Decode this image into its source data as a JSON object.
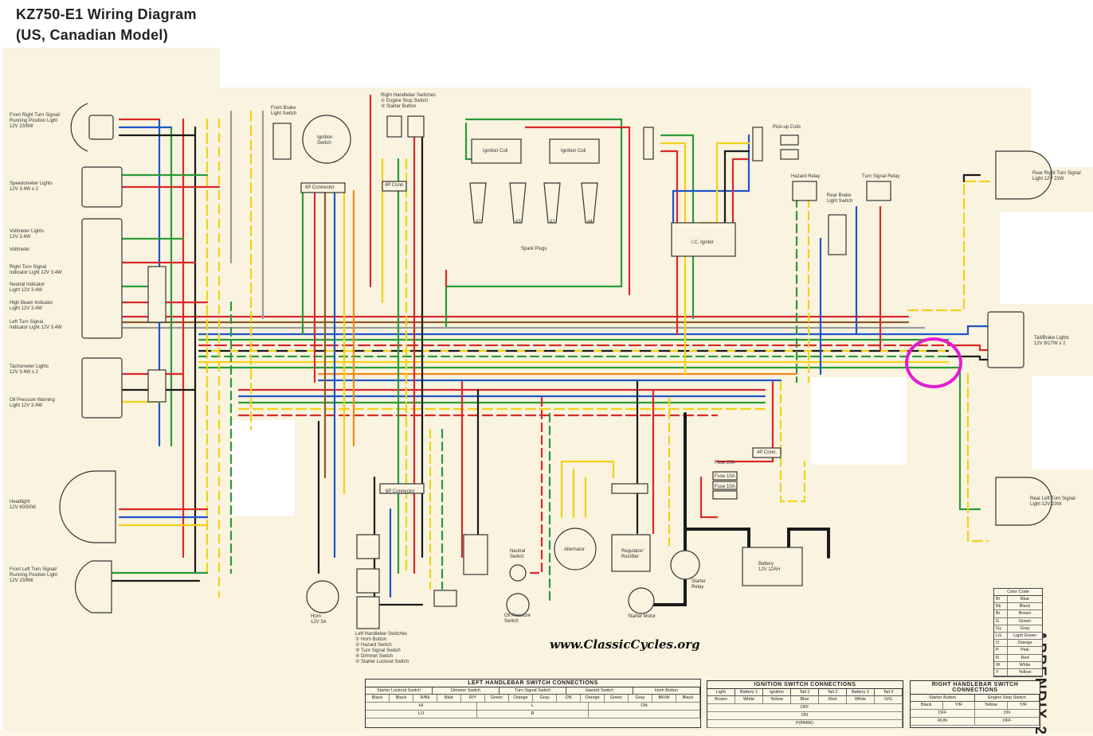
{
  "title": {
    "line1": "KZ750-E1 Wiring Diagram",
    "line2": "(US, Canadian Model)"
  },
  "components_left": {
    "front_right_turn": [
      "Front Right Turn Signal/",
      "Running Position Light",
      "12V 23/8W"
    ],
    "speedometer": [
      "Speedometer Lights",
      "12V 3.4W x 2"
    ],
    "voltmeter_lights": [
      "Voltmeter Lights",
      "12V 3.4W"
    ],
    "voltmeter": [
      "Voltmeter"
    ],
    "right_turn_ind": [
      "Right Turn Signal",
      "Indicator Light 12V 3.4W"
    ],
    "neutral_ind": [
      "Neutral Indicator",
      "Light 12V 3.4W"
    ],
    "high_beam_ind": [
      "High Beam Indicator",
      "Light 12V 3.4W"
    ],
    "left_turn_ind": [
      "Left Turn Signal",
      "Indicator Light 12V 3.4W"
    ],
    "tacho": [
      "Tachometer Lights",
      "12V 3.4W x 2"
    ],
    "oil_warn": [
      "Oil Pressure Warning",
      "Light 12V 3.4W"
    ],
    "headlight": [
      "Headlight",
      "12V 60/50W"
    ],
    "front_left_turn": [
      "Front Left Turn Signal/",
      "Running Position Light",
      "12V 23/8W"
    ]
  },
  "components_top": {
    "front_brake": [
      "Front Brake",
      "Light Switch"
    ],
    "ignition_switch": [
      "Ignition",
      "Switch"
    ],
    "rh_switches": [
      "Right Handlebar Switches",
      "① Engine Stop Switch",
      "② Starter Button"
    ],
    "ignition_coil": "Ignition Coil",
    "spark_plugs": "Spark Plugs",
    "plug_nums": [
      "#2",
      "#3",
      "#1",
      "#4"
    ],
    "pickup_coils": "Pick-up Coils",
    "hazard_relay": "Hazard Relay",
    "turn_relay": "Turn Signal Relay",
    "rear_brake": [
      "Rear Brake",
      "Light Switch"
    ],
    "ic_igniter": "I.C. Igniter",
    "conn_6p": "6P Connector",
    "conn_4p": "4P Conn.",
    "conn_6p_mid": "6P Connector"
  },
  "components_right": {
    "rear_right_turn": [
      "Rear Right Turn Signal",
      "Light 12V 23W"
    ],
    "tail_brake": [
      "Tail/Brake Lights",
      "12V 8/27W x 2"
    ],
    "rear_left_turn": [
      "Rear Left Turn Signal",
      "Light 12V 23W"
    ]
  },
  "components_bottom": {
    "horn": [
      "Horn",
      "12V 3A"
    ],
    "lh_switches": [
      "Left Handlebar Switches",
      "① Horn Button",
      "② Hazard Switch",
      "③ Turn Signal Switch",
      "④ Dimmer Switch",
      "⑤ Starter Lockout Switch"
    ],
    "neutral_sw": [
      "Neutral",
      "Switch"
    ],
    "oil_sw": [
      "Oil Pressure",
      "Switch"
    ],
    "alternator": "Alternator",
    "regulator": [
      "Regulator/",
      "Rectifier"
    ],
    "starter_relay": [
      "Starter",
      "Relay"
    ],
    "starter_motor": "Starter Motor",
    "battery": [
      "Battery",
      "12V 12AH"
    ],
    "fuse20": "Fuse 20A",
    "fuse10a": "Fuse 10A",
    "fuse10b": "Fuse 10A",
    "conn4p": "4P Conn."
  },
  "watermark": "www.ClassicCycles.org",
  "appendix": "APPENDIX 2",
  "color_code": {
    "title": "Color Code",
    "rows": [
      [
        "Bl",
        "Blue"
      ],
      [
        "Bk",
        "Black"
      ],
      [
        "Br",
        "Brown"
      ],
      [
        "G",
        "Green"
      ],
      [
        "Gy",
        "Gray"
      ],
      [
        "LG",
        "Light Green"
      ],
      [
        "O",
        "Orange"
      ],
      [
        "P",
        "Pink"
      ],
      [
        "R",
        "Red"
      ],
      [
        "W",
        "White"
      ],
      [
        "Y",
        "Yellow"
      ]
    ]
  },
  "left_switch_table": {
    "title": "LEFT HANDLEBAR SWITCH CONNECTIONS",
    "groups": [
      "Starter Lockout Switch",
      "Dimmer Switch",
      "Turn Signal Switch",
      "Hazard Switch",
      "Horn Button"
    ],
    "wires": [
      "Black",
      "Black",
      "R/Bk",
      "Blue",
      "R/Y",
      "Green",
      "Orange",
      "Gray",
      "ON",
      "Orange",
      "Green",
      "Gray",
      "BK/W",
      "Black"
    ],
    "rows": [
      "HI",
      "LO",
      "L",
      "R",
      "ON"
    ]
  },
  "ignition_table": {
    "title": "IGNITION SWITCH CONNECTIONS",
    "cols": [
      "Light",
      "Battery 1",
      "Ignition",
      "Tail 1",
      "Tail 2",
      "Battery 2",
      "Tail 3"
    ],
    "colors": [
      "Brown",
      "White",
      "Yellow",
      "Blue",
      "Red",
      "White",
      "O/G"
    ],
    "rows": [
      "OFF",
      "ON",
      "P(PARK)"
    ]
  },
  "right_switch_table": {
    "title": "RIGHT HANDLEBAR SWITCH CONNECTIONS",
    "groups": [
      "Starter Button",
      "Engine Stop Switch"
    ],
    "cols": [
      "Black",
      "Y/R",
      "Yellow",
      "Y/R"
    ],
    "rows": [
      "OFF",
      "ON",
      "RUN",
      "OFF"
    ]
  },
  "colors": {
    "highlight": "#e41bd0",
    "wire_red": "#d8282a",
    "wire_blue": "#1f55c8",
    "wire_green": "#2a9a3a",
    "wire_yellow": "#f0d21a",
    "wire_black": "#1a1a1a",
    "wire_orange": "#f08a1a",
    "wire_brown": "#8a5a2a",
    "wire_gray": "#9a9a9a"
  }
}
